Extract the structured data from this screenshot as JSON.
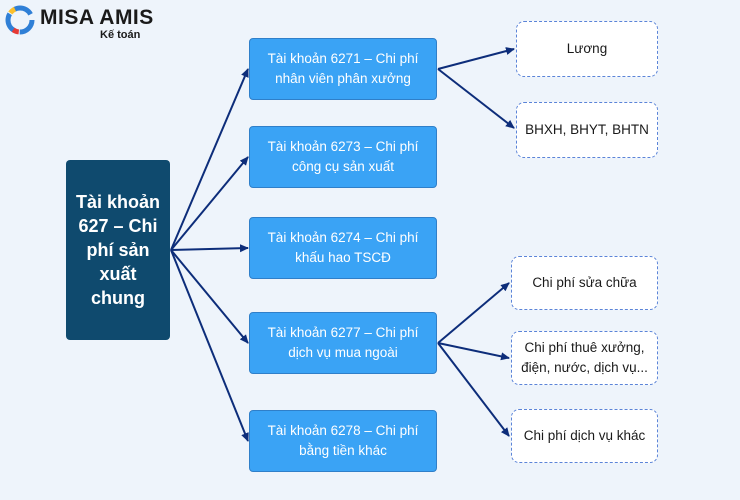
{
  "logo": {
    "name": "MISA AMIS",
    "subtitle": "Kế toán"
  },
  "colors": {
    "background": "#eef4fb",
    "root_fill": "#0f4a6e",
    "branch_fill": "#3aa3f5",
    "leaf_border": "#5b84d8",
    "arrow": "#0d2d7a"
  },
  "root": {
    "label": "Tài khoản 627 – Chi phí sản xuất chung"
  },
  "branches": [
    {
      "id": "6271",
      "label": "Tài khoản 6271 – Chi phí nhân viên phân xưởng",
      "children": [
        "Lương",
        "BHXH, BHYT, BHTN"
      ]
    },
    {
      "id": "6273",
      "label": "Tài khoản 6273 – Chi phí công cụ sản xuất",
      "children": []
    },
    {
      "id": "6274",
      "label": "Tài khoản 6274 – Chi phí khấu hao TSCĐ",
      "children": []
    },
    {
      "id": "6277",
      "label": "Tài khoản 6277 – Chi phí dịch vụ mua ngoài",
      "children": [
        "Chi phí sửa chữa",
        "Chi phí thuê xưởng, điện, nước, dịch vụ...",
        "Chi phí dịch vụ khác"
      ]
    },
    {
      "id": "6278",
      "label": "Tài khoản 6278 – Chi phí bằng tiền khác",
      "children": []
    }
  ]
}
